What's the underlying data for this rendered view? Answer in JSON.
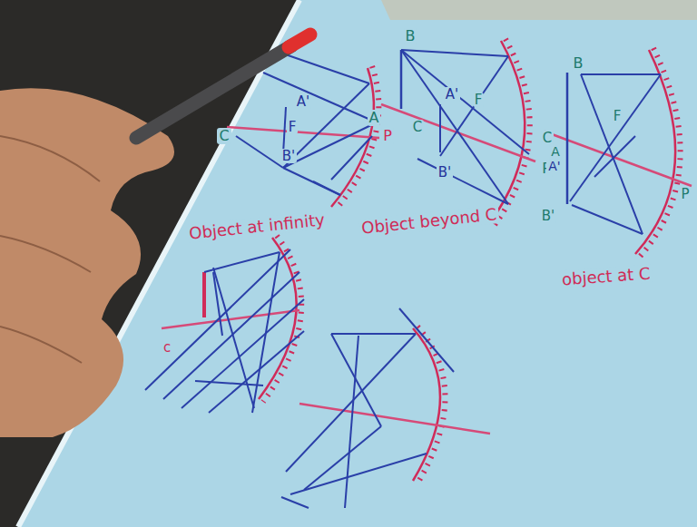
{
  "diagram": {
    "labels": [
      "C",
      "A'",
      "F",
      "B'",
      "P",
      "Object at infinity",
      "B",
      "A",
      "C",
      "A'",
      "F",
      "B'",
      "P",
      "Object beyond C",
      "B",
      "C",
      "A",
      "A'",
      "F",
      "P",
      "B'",
      "object at C",
      "c"
    ]
  }
}
